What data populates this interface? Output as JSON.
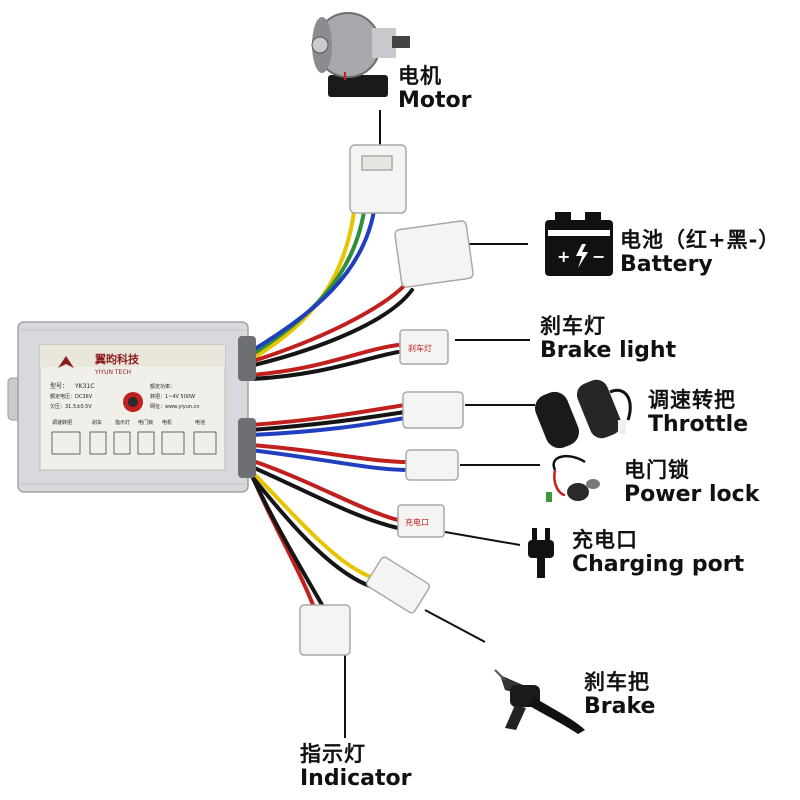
{
  "controller": {
    "brand_cn": "翼昀科技",
    "brand_en": "YIYUN TECH",
    "model_label": "型号：",
    "model": "YK31C",
    "rated_voltage": "额定电压：DC36V",
    "undervoltage": "欠压：31.5±0.5V",
    "rated_power": "额定功率：",
    "speed_power": "转把：1~4V 500W",
    "website": "网址：www.yiyun.cn",
    "port_labels": [
      "调速转把",
      "刹车",
      "指示灯",
      "电门锁",
      "电机",
      "电池"
    ]
  },
  "tags": {
    "brake_light": "刹车灯",
    "charging_port": "充电口"
  },
  "components": [
    {
      "id": "motor",
      "zh": "电机",
      "en": "Motor",
      "icon": "motor-icon"
    },
    {
      "id": "battery",
      "zh": "电池（红+黑-）",
      "en": "Battery",
      "icon": "battery-icon"
    },
    {
      "id": "brake-light",
      "zh": "刹车灯",
      "en": "Brake light",
      "icon": ""
    },
    {
      "id": "throttle",
      "zh": "调速转把",
      "en": "Throttle",
      "icon": "throttle-icon"
    },
    {
      "id": "power-lock",
      "zh": "电门锁",
      "en": "Power lock",
      "icon": "key-lock-icon"
    },
    {
      "id": "charging-port",
      "zh": "充电口",
      "en": "Charging port",
      "icon": "plug-icon"
    },
    {
      "id": "brake",
      "zh": "刹车把",
      "en": "Brake",
      "icon": "brake-lever-icon"
    },
    {
      "id": "indicator",
      "zh": "指示灯",
      "en": "Indicator",
      "icon": ""
    }
  ],
  "colors": {
    "controller_body": "#d7d9dc",
    "controller_label": "#f1efea",
    "brand_red": "#8b1c1c",
    "wire_red": "#c0201e",
    "wire_blue": "#1f3fbf",
    "wire_yellow": "#e8c400",
    "wire_black": "#151515",
    "connector": "#f4f4f2",
    "leader": "#111111"
  }
}
